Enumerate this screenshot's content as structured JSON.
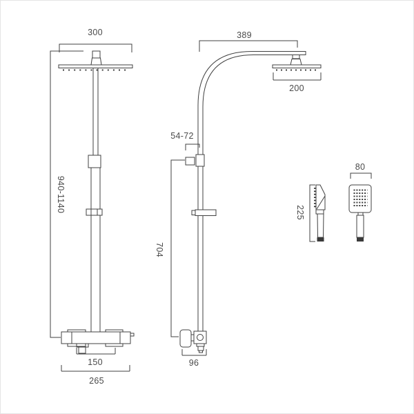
{
  "drawing": {
    "type": "technical-line-drawing",
    "subject": "thermostatic shower column with overhead shower, riser rail and handset",
    "views": {
      "front_view": "front view of shower column",
      "side_view": "side view of shower column with curved arm",
      "handset_view": "handset side and front views"
    },
    "dimensions": {
      "front_head_width": "300",
      "front_height_range": "940-1140",
      "front_valve_centres": "150",
      "front_valve_width": "265",
      "side_arm_reach": "389",
      "side_head_depth": "200",
      "side_bracket_range": "54-72",
      "side_riser_length": "704",
      "side_valve_depth": "96",
      "handset_length": "225",
      "handset_head_width": "80"
    },
    "colors": {
      "background": "#ffffff",
      "line": "#404040",
      "text": "#4a4a4a",
      "dark_fill": "#3a3a3a",
      "frame_border": "#e4e4e4"
    }
  }
}
